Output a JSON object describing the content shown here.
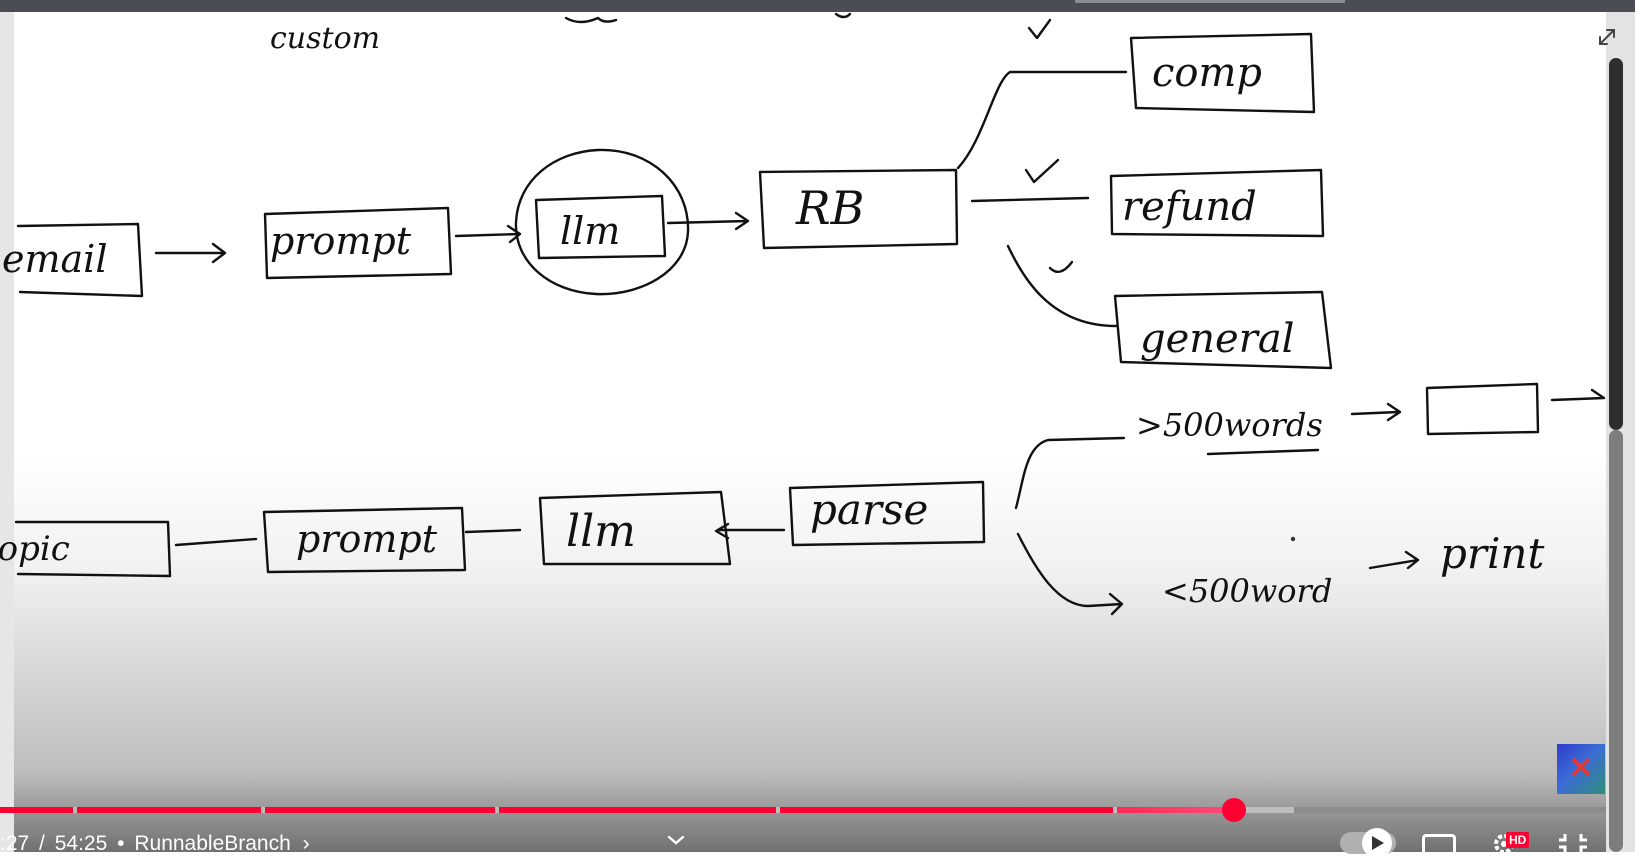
{
  "whiteboard": {
    "top_scribbles": [
      "custom"
    ],
    "row1": {
      "input_label": "email",
      "prompt_label": "prompt",
      "llm_label": "llm",
      "router_label": "RB",
      "branches": [
        "comp",
        "refund",
        "general"
      ]
    },
    "row2": {
      "input_label": "topic",
      "prompt_label": "prompt",
      "llm_label": "llm",
      "parser_label": "parse",
      "branch_upper": ">500words",
      "branch_lower": "<500word",
      "lower_target": "print"
    }
  },
  "player": {
    "current_time": ":27",
    "duration": "54:25",
    "time_separator": "/",
    "chapter_separator": "•",
    "chapter_title": "RunnableBranch",
    "chapter_chevron": "›",
    "hd_badge": "HD",
    "progress_fraction": 0.76,
    "colors": {
      "progress": "#ff0033",
      "hd_badge": "#ff0033"
    },
    "icons": [
      "expand-icon",
      "chevron-down-icon",
      "autoplay-toggle",
      "closed-captions-icon",
      "settings-gear-icon",
      "exit-fullscreen-icon"
    ]
  }
}
